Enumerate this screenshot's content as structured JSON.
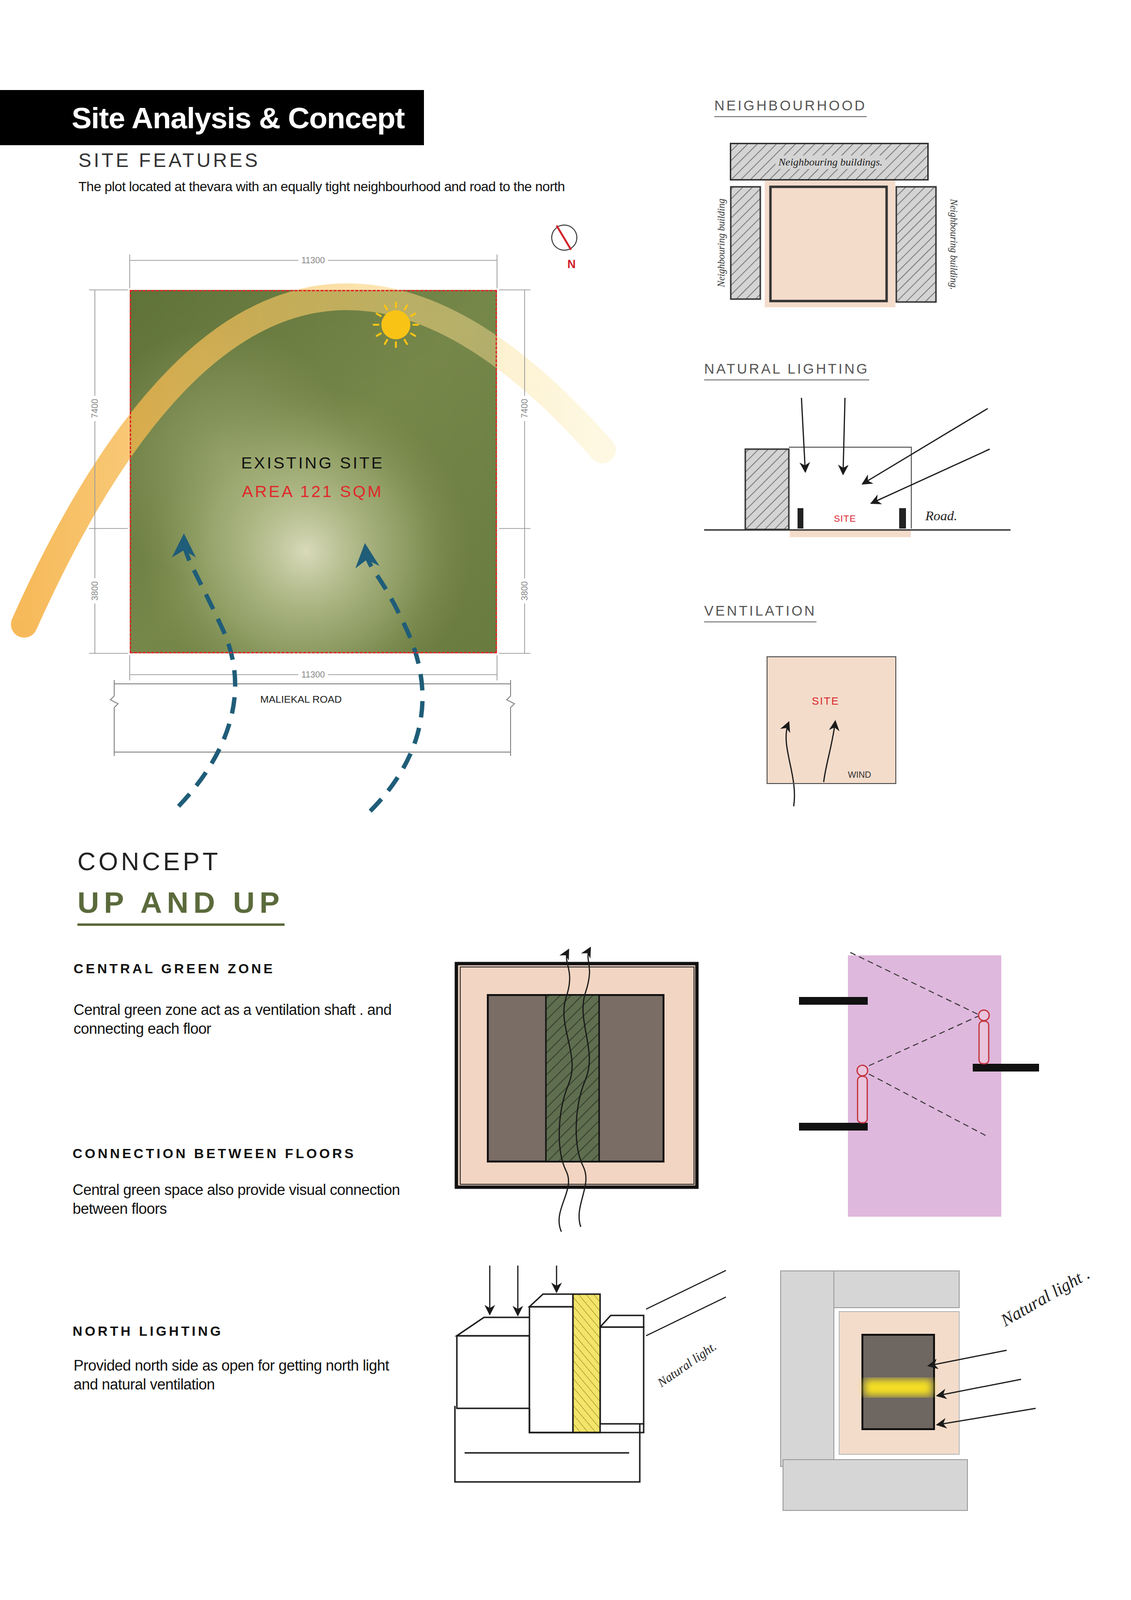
{
  "diagram": {
    "title": "Site Analysis & Concept",
    "nodes": [
      {
        "text": [
          "EXISTING SITE",
          "AREA 121 SQM"
        ]
      },
      {
        "text": [
          "Neighbouring buildings."
        ]
      },
      {
        "text": [
          "SITE",
          "WIND"
        ]
      }
    ],
    "labels": [
      "SITE FEATURES",
      "The plot located at thevara with an equally tight neighbourhood and road to the north",
      "N",
      "11300",
      "7400",
      "3800",
      "7400",
      "3800",
      "11300",
      "MALIEKAL ROAD",
      "NEIGHBOURHOOD",
      "Neighbouring building",
      "Neighbouring building.",
      "NATURAL LIGHTING",
      "SITE",
      "Road.",
      "VENTILATION",
      "CONCEPT",
      "UP AND UP",
      "CENTRAL GREEN ZONE",
      "Central green zone act as a ventilation shaft . and connecting each floor",
      "CONNECTION BETWEEN FLOORS",
      "Central green space also provide visual connection between floors",
      "NORTH LIGHTING",
      "Provided north side as open for getting north light and natural ventilation",
      "Natural light.",
      "Natural light ."
    ]
  }
}
